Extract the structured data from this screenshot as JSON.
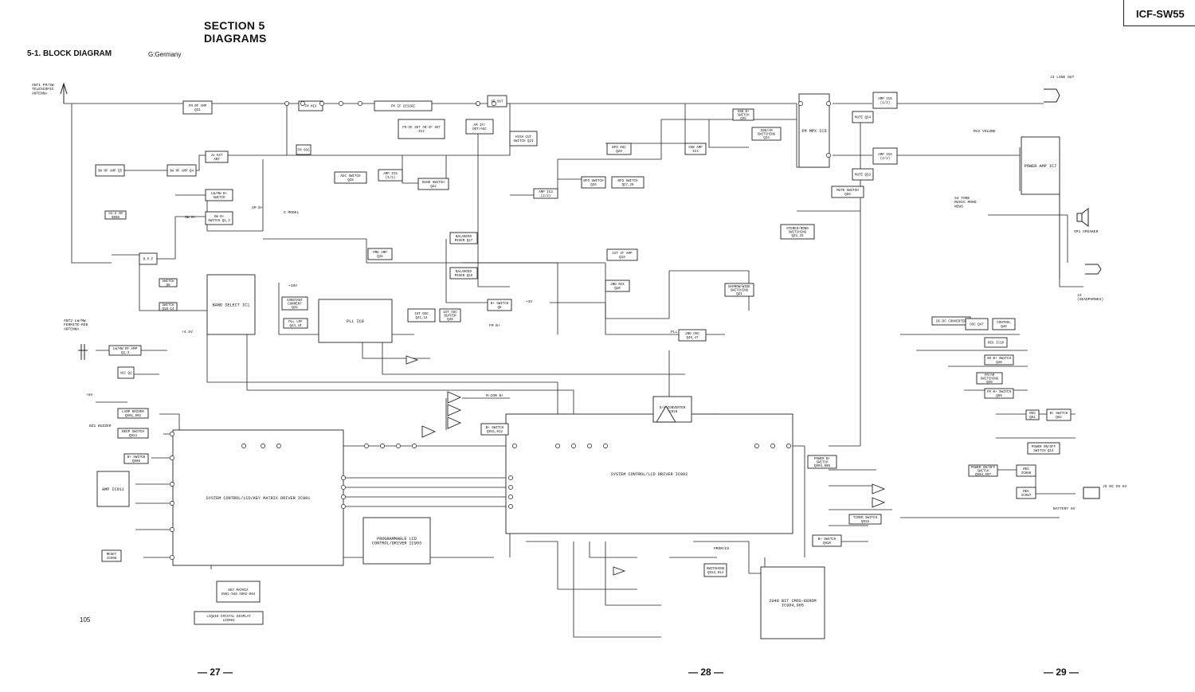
{
  "header": {
    "title_line1": "SECTION 5",
    "title_line2": "DIAGRAMS",
    "section": "5-1. BLOCK DIAGRAM",
    "region": "G:Germany",
    "model": "ICF-SW55",
    "figure_no": "105"
  },
  "page_numbers": {
    "left": "— 27 —",
    "mid": "— 28 —",
    "right": "— 29 —"
  },
  "blocks": {
    "ant1": "ANT1 FM/SW TELESCOPIC ANTENNA",
    "ant2": "ANT2 LW/MW FERRITE-ROD ANTENNA",
    "fm_rf_amp": "FM RF AMP Q31",
    "fm_mix": "FM MIX",
    "fm_if_disc": "FM IF DISCRI",
    "fm_osc": "FM OSC",
    "fe_out": "FE OUT",
    "fm_fe_set": "FM-FE SET AM-IF SET IC2",
    "sw_rf_amp": "SW RF AMP Q5",
    "sw_rf_amp2": "SW RF AMP Q4",
    "ext_ant": "J1 EXT ANT",
    "lwmw_switch": "LW/MW B+ SWITCH",
    "sw_switch": "SW B+ SWITCH Q1,3",
    "am_sens": "S1-2 AM SENS",
    "agc_switch": "AGC SWITCH Q25",
    "amp_ic5": "AMP IC5 (1/2)",
    "band_switch": "BAND SWITCH Q22",
    "am_if": "AM IF/ DET/AGC",
    "high_cut": "HIGH CUT SWITCH Q23",
    "amp_ic3": "AMP IC3 (2/2)",
    "bfo_osc": "BFO OSC Q29",
    "bfo_switch": "BFO SWITCH Q26",
    "bfo_switch2": "BFO SWITCH Q27,28",
    "ssb_amp": "SSB AMP IC4",
    "ssb_switch": "SSB B+ SWITCH Q35",
    "ssb_am": "SSB/AM SWITCHING Q24",
    "fm_mpx": "FM MPX IC5",
    "mute1": "MUTE Q54",
    "mute2": "MUTE Q53",
    "amp_a": "AMP IC6 (1/2)",
    "amp_b": "AMP IC6 (2/2)",
    "power_amp": "POWER AMP IC7",
    "mute_switch": "MUTE SWITCH Q56",
    "stereo_mono": "STEREO/MONO SWITCHING Q32,33",
    "bpf": "B.P.F",
    "band_select": "BAND SELECT IC1",
    "pre_amp": "PRE AMP Q15",
    "balanced_mixer": "BALANCED MIXER Q17",
    "balanced_mixer2": "BALANCED MIXER Q16",
    "first_if_amp": "1ST IF AMP Q19",
    "second_mix": "2ND MIX Q20",
    "narrow_wide": "NARROW/WIDE SWITCHING Q21",
    "constant_current": "CONSTANT CURRENT Q42",
    "pll_lpf": "PLL LPF Q43,44",
    "pll": "PLL IC8",
    "first_osc_buf": "1ST OSC BUFFER Q40",
    "first_osc": "1ST OSC Q41,12",
    "b_switch_q8": "B+ SWITCH Q8",
    "second_osc": "2ND OSC Q45,47",
    "lwmw_rf_amp": "LW/MW RF AMP Q2,3",
    "agc_q1": "AGC Q1",
    "dc_dc": "DC-DC CONVERTER",
    "osc_q47": "OSC Q47",
    "control_q46": "CONTROL Q46",
    "reg_ic10": "REG IC10",
    "am_b_switch": "AM B+ SWITCH Q48",
    "fm_am_switching": "FM/AM SWITCHING Q49",
    "fm_b_switch": "FM B+ SWITCH Q50",
    "reg_q51": "REG Q51",
    "b_switch_q52": "B+ SWITCH Q52",
    "power_onoff": "POWER ON/OFF SWITCH Q14",
    "power_onoff2": "POWER ON/OFF SWITCH Q904,907",
    "reg_q988": "REG IC988",
    "reg_q987": "REG IC987",
    "timer_switch": "TIMER SWITCH Q915",
    "b_switch_q910": "B+ SWITCH Q910",
    "power_b_switch": "POWER B+ SWITCH Q903,905",
    "lamp_driver": "LAMP DRIVER Q901,902",
    "beep_switch": "BEEP SWITCH Q914",
    "amp_ic911": "AMP IC911",
    "b_switch_q908": "B+ SWITCH Q908",
    "reset_ic906": "RESET IC906",
    "key_matrix_driver": "SYSTEM CONTROL/LCD/KEY MATRIX DRIVER IC901",
    "lcd_control": "PROGRAMMABLE LCD CONTROL/DRIVER IC903",
    "system_control": "SYSTEM CONTROL/LCD DRIVER IC902",
    "key_matrix": "KEY MATRIX S901-948 S902-904",
    "lcd": "LIQUID CRYSTAL DISPLAY LCD901",
    "da_converter": "D/A CONVERTER IC910",
    "eeprom": "2048 BIT CMOS-EEROM IC904,905",
    "switching_q913": "SWITCHING Q913,914",
    "b_switch_q911": "B+ SWITCH Q911,912"
  },
  "labels": {
    "speaker": "SP1 SPEAKER",
    "headphones": "J4 (HEADPHONES)",
    "line_out": "J3 LINE OUT",
    "dc_in": "J5 DC IN 6V",
    "battery": "BATTERY 6V",
    "buzzer": "BZ1 BUZZER",
    "volume": "RV2 VOLUME",
    "tone": "S3 TONE MUSIC MONO NEWS",
    "g_model": "G MODEL",
    "am_b": "AM B+",
    "sw_b": "SW B+",
    "fm_b": "FM B+",
    "plus3v": "+3V",
    "plus4_5v": "+4.5V",
    "plus6v": "+6V",
    "plus16v": "+16V",
    "mcom": "M-COM B+",
    "pll_label": "PLL",
    "program_text": "PROM/CS"
  }
}
